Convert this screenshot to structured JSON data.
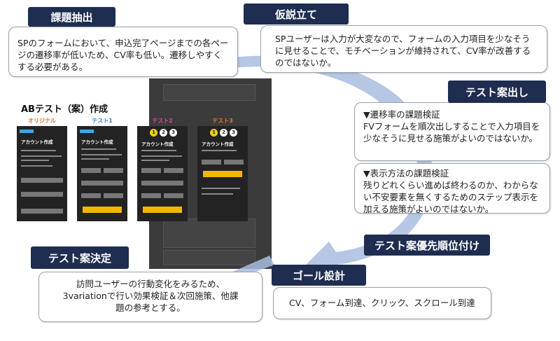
{
  "steps": {
    "kadai": {
      "label": "課題抽出",
      "text": "SPのフォームにおいて、申込完了ページまでの各ページの遷移率が低いため、CV率も低い。遷移しやすくする必要がある。"
    },
    "kasetsu": {
      "label": "仮説立て",
      "text": "SPユーザーは入力が大変なので、フォームの入力項目を少なそうに見せることで、モチベーションが維持されて、CV率が改善するのではないか。"
    },
    "testan": {
      "label": "テスト案出し",
      "items": [
        {
          "heading": "▼遷移率の課題検証",
          "text": "FVフォームを順次出しすることで入力項目を少なそうに見せる施策がよいのではないか。"
        },
        {
          "heading": "▼表示方法の課題検証",
          "text": "残りどれくらい進めば終わるのか、わからない不安要素を無くするためのステップ表示を加える施策がよいのではないか。"
        }
      ]
    },
    "yusen": {
      "label": "テスト案優先順位付け"
    },
    "goal": {
      "label": "ゴール設計",
      "text": "CV、フォーム到達、クリック、スクロール到達"
    },
    "kettei": {
      "label": "テスト案決定",
      "text": "訪問ユーザーの行動変化をみるため、3variationで行い効果検証＆次回施策、他課題の参考とする。"
    }
  },
  "ab_test": {
    "title": "ABテスト（案）作成",
    "variants": [
      {
        "label": "オリジナル",
        "color": "#e0762a",
        "screen_title": "アカウント作成"
      },
      {
        "label": "テスト1",
        "color": "#3a7fd5",
        "screen_title": "アカウント作成"
      },
      {
        "label": "テスト2",
        "color": "#e0459a",
        "screen_title": "アカウント作成",
        "steps": [
          "1",
          "2",
          "3"
        ]
      },
      {
        "label": "テスト3",
        "color": "#e0762a",
        "screen_title": "アカウント作成",
        "steps": [
          "1",
          "2",
          "3"
        ]
      }
    ]
  },
  "colors": {
    "tag_bg": "#1f2d50",
    "arrow": "#a9bde0",
    "accent": "#f2b800"
  }
}
